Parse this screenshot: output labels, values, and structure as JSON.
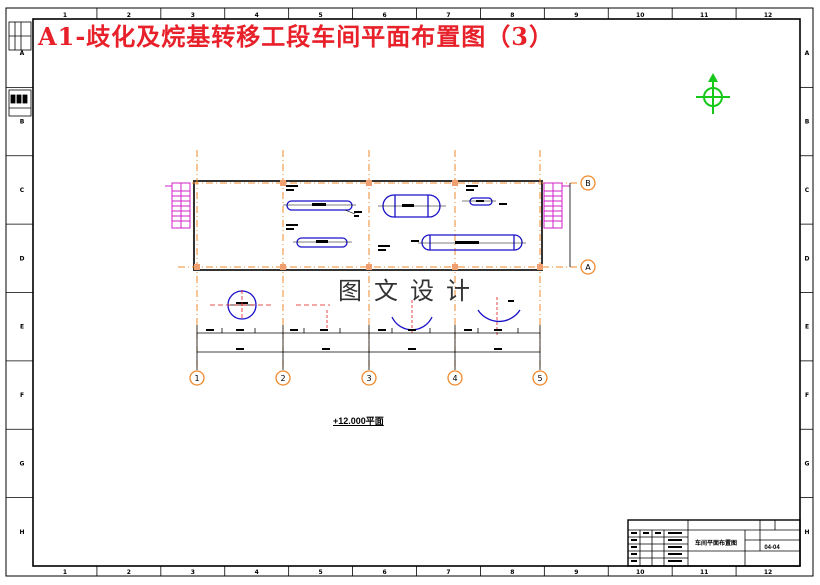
{
  "title": "A1-歧化及烷基转移工段车间平面布置图（3）",
  "watermark": "图文设计",
  "level_label": "+12.000平面",
  "column_labels": [
    "1",
    "2",
    "3",
    "4",
    "5",
    "6",
    "7",
    "8",
    "9",
    "10",
    "11",
    "12"
  ],
  "row_labels": [
    "A",
    "B",
    "C",
    "D",
    "E",
    "F",
    "G",
    "H"
  ],
  "column_axes": [
    "1",
    "2",
    "3",
    "4",
    "5"
  ],
  "row_axes": [
    "B",
    "A"
  ],
  "title_block": {
    "drawing_name": "车间平面布置图",
    "drawing_number": "04-04"
  },
  "colors": {
    "title": "#e8202a",
    "watermark": "#333333",
    "frame": "#000000",
    "equipment": "#1a10c8",
    "axis_lines": "#f08a2c",
    "stairs": "#d020c8",
    "section_marks": "#e21a1a",
    "north_arrow": "#16c81a"
  },
  "icons": {
    "north_arrow": "north-arrow-icon",
    "stairs": "staircase-icon"
  }
}
